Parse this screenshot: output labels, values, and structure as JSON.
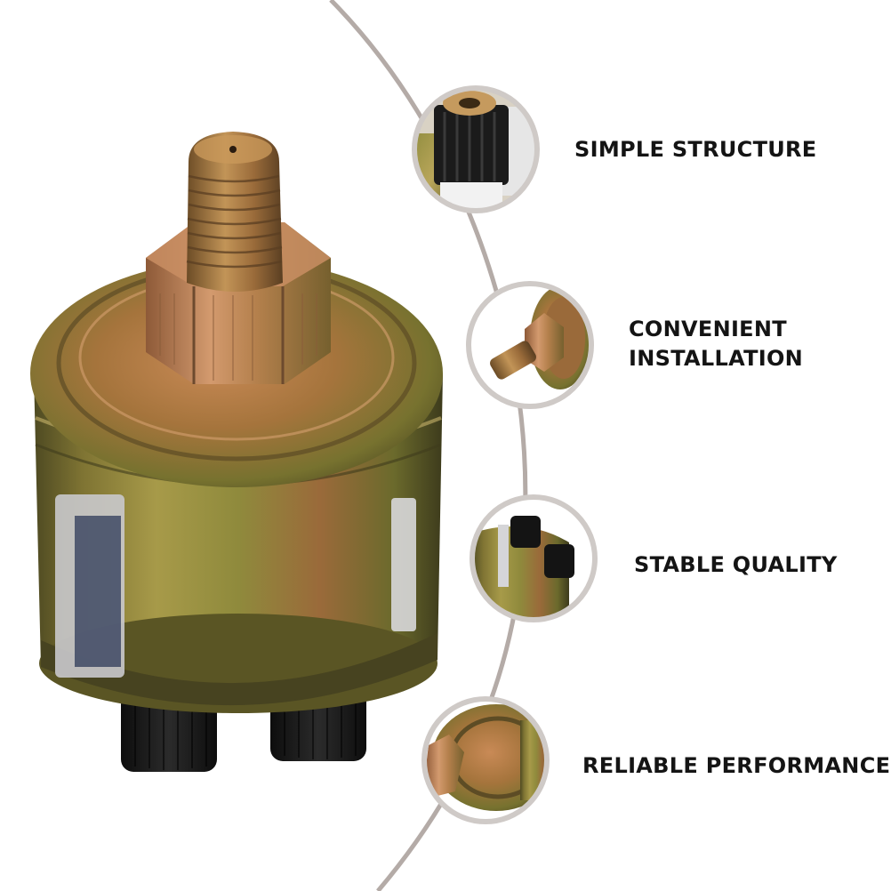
{
  "features": [
    {
      "lines": [
        "SIMPLE STRUCTURE"
      ]
    },
    {
      "lines": [
        "CONVENIENT",
        "INSTALLATION"
      ]
    },
    {
      "lines": [
        "STABLE QUALITY"
      ]
    },
    {
      "lines": [
        "RELIABLE PERFORMANCE"
      ]
    }
  ],
  "colors": {
    "background": "#ffffff",
    "connector_arc": "#b4aba7",
    "circle_ring": "#cfcac7",
    "label_text": "#141414",
    "body_metal": "#8f8a3c",
    "brass_thread": "#b58b4a",
    "terminal_rubber": "#1a1a1a"
  }
}
